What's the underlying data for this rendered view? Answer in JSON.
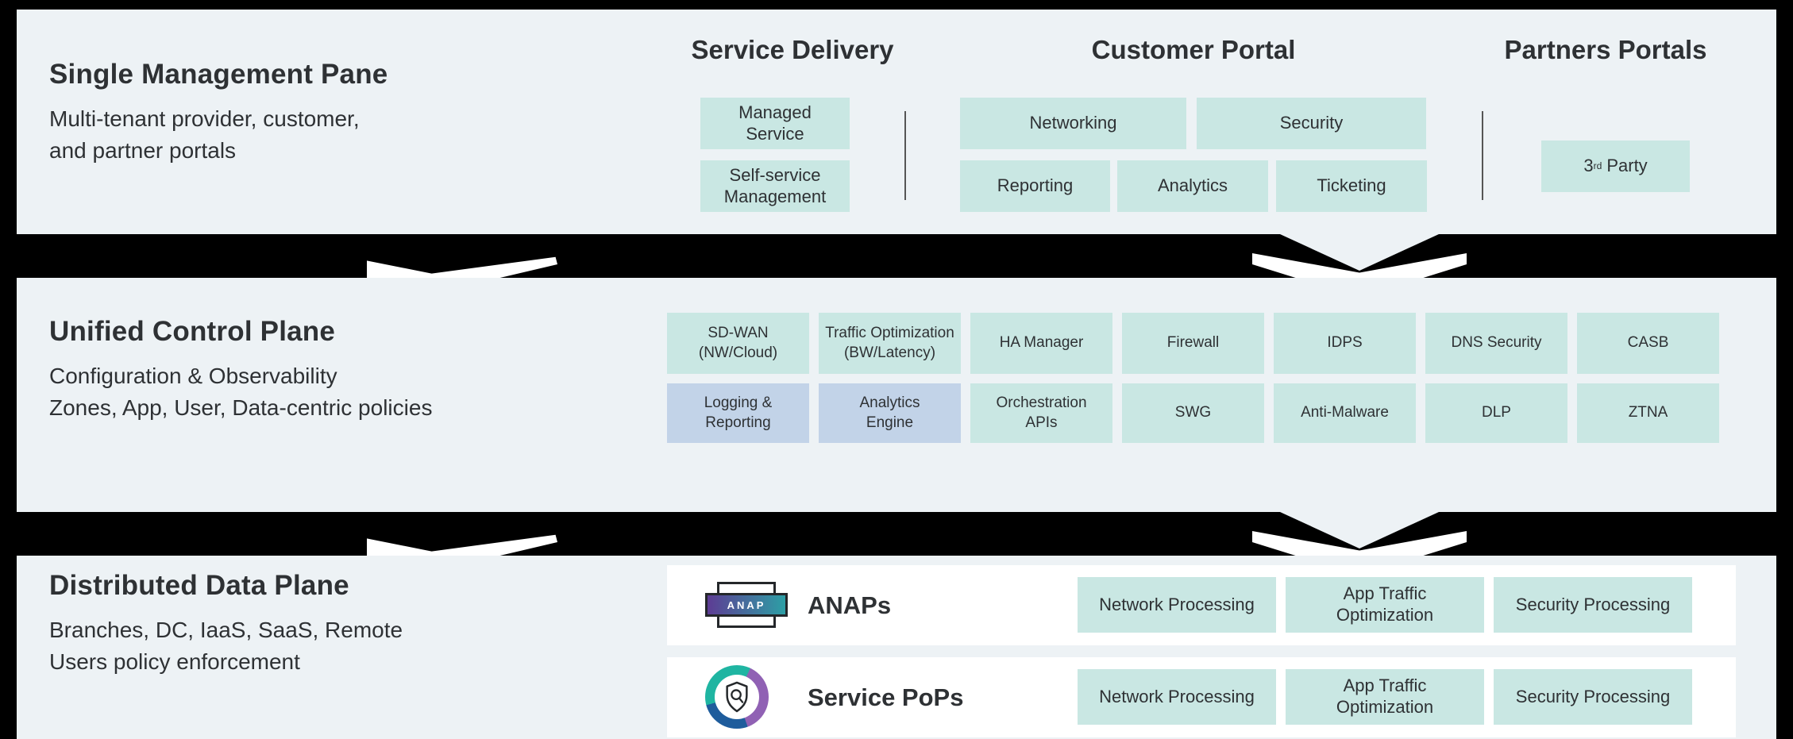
{
  "colors": {
    "page_bg": "#000000",
    "panel_bg": "#EDF2F5",
    "box_teal": "#C9E7E3",
    "box_periwinkle": "#C2D3E8",
    "row_bg": "#FFFFFF",
    "text_dark": "#2E3134",
    "divider": "#555555",
    "arrow_white": "#FFFFFF",
    "anap_gradient_left": "#5D3C94",
    "anap_gradient_right": "#2D9FA5",
    "ring_teal": "#1FB5A2",
    "ring_purple": "#9061B4",
    "ring_blue": "#1E5C9C"
  },
  "management": {
    "title": "Single Management Pane",
    "subtitle_line1": "Multi-tenant provider, customer,",
    "subtitle_line2": "and partner portals",
    "service_delivery": {
      "header": "Service Delivery",
      "boxes": [
        "Managed\nService",
        "Self-service\nManagement"
      ]
    },
    "customer_portal": {
      "header": "Customer Portal",
      "row1": [
        "Networking",
        "Security"
      ],
      "row2": [
        "Reporting",
        "Analytics",
        "Ticketing"
      ]
    },
    "partners_portals": {
      "header": "Partners Portals",
      "box": {
        "prefix": "3",
        "sup": "rd",
        "suffix": "Party"
      }
    }
  },
  "control": {
    "title": "Unified Control Plane",
    "subtitle_line1": "Configuration & Observability",
    "subtitle_line2": "Zones, App, User, Data-centric policies",
    "row1": [
      "SD-WAN\n(NW/Cloud)",
      "Traffic Optimization\n(BW/Latency)",
      "HA Manager",
      "Firewall",
      "IDPS",
      "DNS Security",
      "CASB"
    ],
    "row2": [
      "Logging &\nReporting",
      "Analytics\nEngine",
      "Orchestration\nAPIs",
      "SWG",
      "Anti-Malware",
      "DLP",
      "ZTNA"
    ]
  },
  "data_plane": {
    "title": "Distributed Data Plane",
    "subtitle_line1": "Branches, DC, IaaS, SaaS, Remote",
    "subtitle_line2": "Users policy enforcement",
    "rows": [
      {
        "label": "ANAPs",
        "chip": "ANAP",
        "boxes": [
          "Network Processing",
          "App Traffic\nOptimization",
          "Security Processing"
        ]
      },
      {
        "label": "Service PoPs",
        "boxes": [
          "Network Processing",
          "App Traffic\nOptimization",
          "Security Processing"
        ]
      }
    ]
  },
  "icons": {
    "anap_appliance": "anap-appliance-icon",
    "service_pop": "service-pop-shield-icon",
    "down_arrow": "down-arrow-chevron-icon"
  }
}
